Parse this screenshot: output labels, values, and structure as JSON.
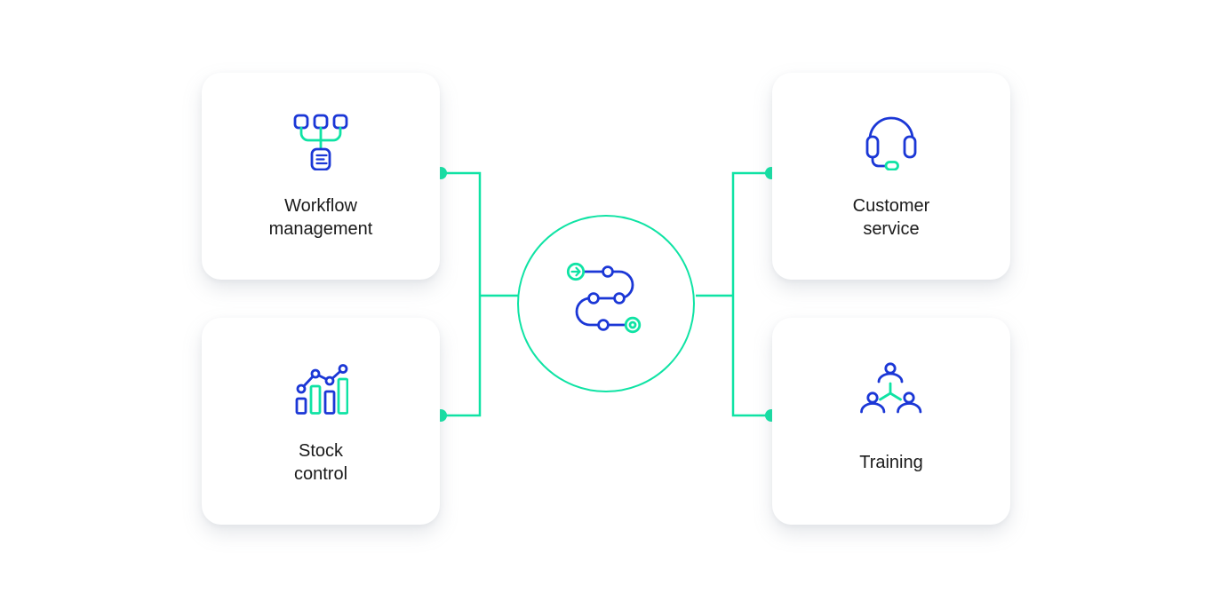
{
  "colors": {
    "accent_green": "#0FE3A4",
    "icon_blue": "#1B37D6",
    "text": "#1A1A1A",
    "card_bg": "#FFFFFF",
    "page_bg": "#FFFFFF"
  },
  "diagram": {
    "hub": {
      "icon": "journey-path-icon"
    },
    "cards": [
      {
        "id": "workflow-management",
        "icon": "workflow-hierarchy-icon",
        "label": "Workflow management",
        "label_lines": [
          "Workflow",
          "management"
        ]
      },
      {
        "id": "stock-control",
        "icon": "stock-chart-icon",
        "label": "Stock control",
        "label_lines": [
          "Stock",
          "control"
        ]
      },
      {
        "id": "customer-service",
        "icon": "headset-icon",
        "label": "Customer service",
        "label_lines": [
          "Customer",
          "service"
        ]
      },
      {
        "id": "training",
        "icon": "people-network-icon",
        "label": "Training",
        "label_lines": [
          "Training"
        ]
      }
    ]
  }
}
